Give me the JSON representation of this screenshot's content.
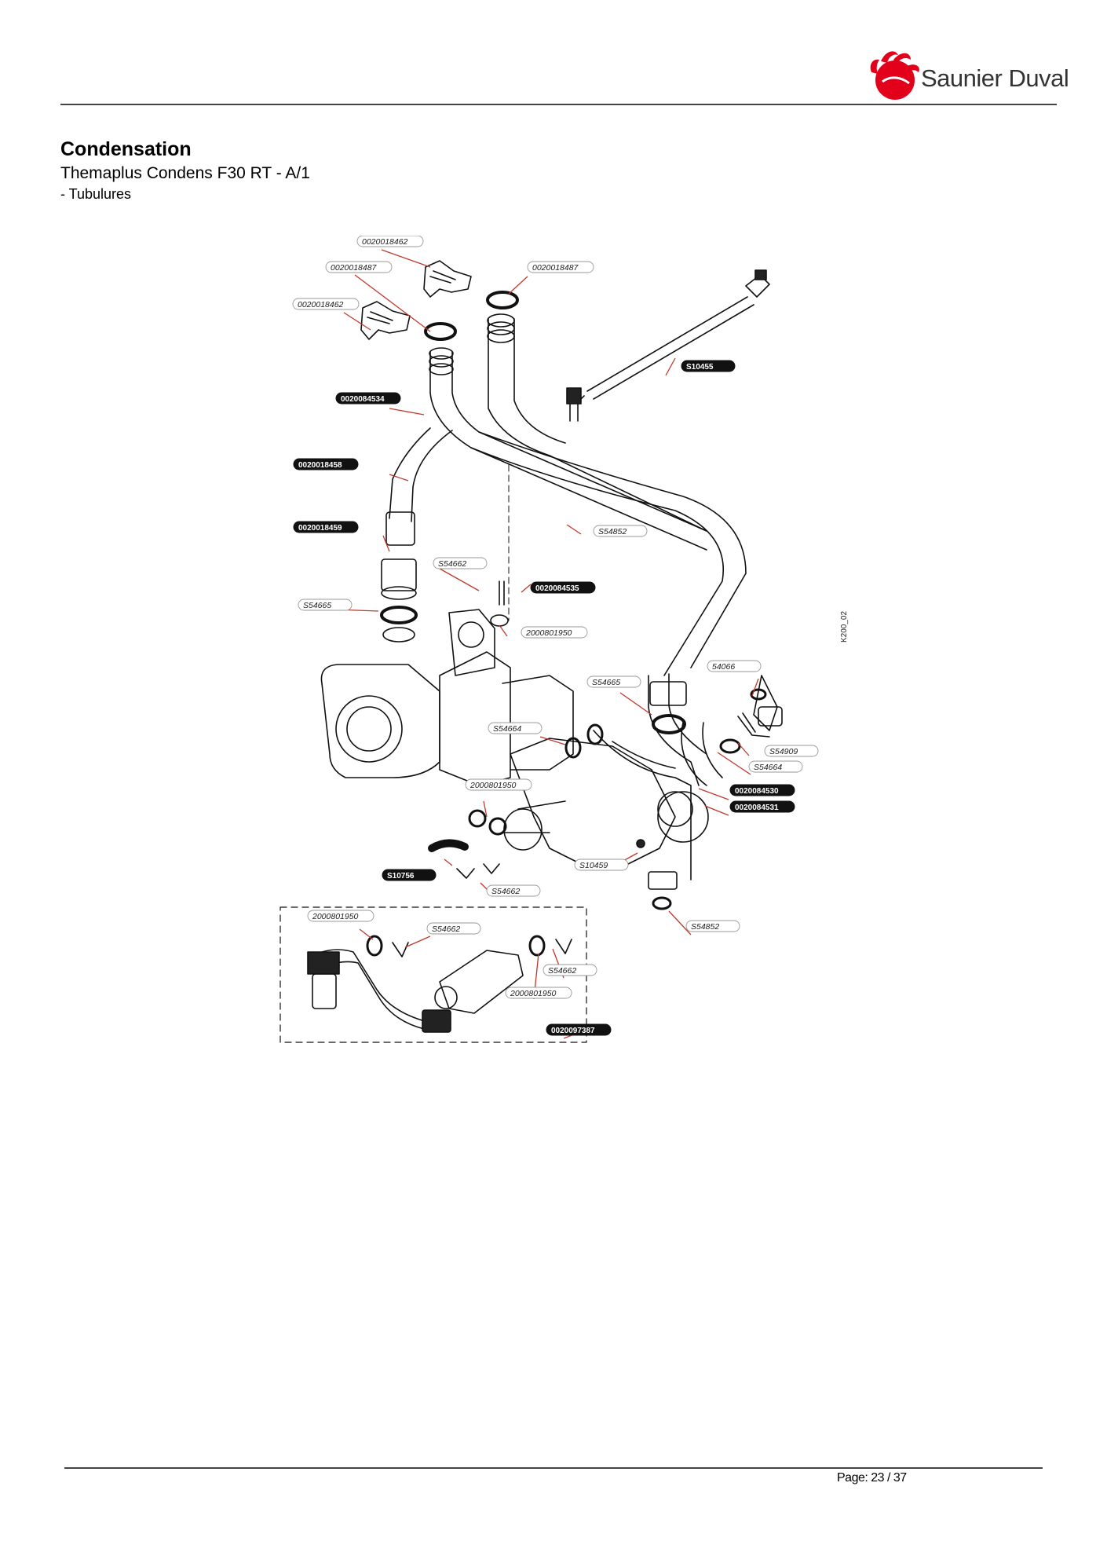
{
  "brand": {
    "name": "Saunier Duval",
    "brand_color": "#e2001a"
  },
  "header": {
    "title": "Condensation",
    "subtitle": "Themaplus Condens F30 RT - A/1",
    "section": "- Tubulures"
  },
  "diagram": {
    "ref_code": "K200_02",
    "callouts": [
      {
        "id": "c1",
        "label": "0020018462",
        "style": "outline"
      },
      {
        "id": "c2",
        "label": "0020018487",
        "style": "outline"
      },
      {
        "id": "c3",
        "label": "0020018487",
        "style": "outline"
      },
      {
        "id": "c4",
        "label": "0020018462",
        "style": "outline"
      },
      {
        "id": "c5",
        "label": "S10455",
        "style": "filled"
      },
      {
        "id": "c6",
        "label": "0020084534",
        "style": "filled"
      },
      {
        "id": "c7",
        "label": "0020018458",
        "style": "filled"
      },
      {
        "id": "c8",
        "label": "0020018459",
        "style": "filled"
      },
      {
        "id": "c9",
        "label": "S54852",
        "style": "outline"
      },
      {
        "id": "c10",
        "label": "S54662",
        "style": "outline"
      },
      {
        "id": "c11",
        "label": "0020084535",
        "style": "filled"
      },
      {
        "id": "c12",
        "label": "S54665",
        "style": "outline"
      },
      {
        "id": "c13",
        "label": "2000801950",
        "style": "outline"
      },
      {
        "id": "c14",
        "label": "54066",
        "style": "outline"
      },
      {
        "id": "c15",
        "label": "S54665",
        "style": "outline"
      },
      {
        "id": "c16",
        "label": "S54664",
        "style": "outline"
      },
      {
        "id": "c17",
        "label": "S54909",
        "style": "outline"
      },
      {
        "id": "c18",
        "label": "S54664",
        "style": "outline"
      },
      {
        "id": "c19",
        "label": "2000801950",
        "style": "outline"
      },
      {
        "id": "c20",
        "label": "0020084530",
        "style": "filled"
      },
      {
        "id": "c21",
        "label": "0020084531",
        "style": "filled"
      },
      {
        "id": "c22",
        "label": "S10459",
        "style": "outline"
      },
      {
        "id": "c23",
        "label": "S10756",
        "style": "filled"
      },
      {
        "id": "c24",
        "label": "S54662",
        "style": "outline"
      },
      {
        "id": "c25",
        "label": "S54852",
        "style": "outline"
      },
      {
        "id": "c26",
        "label": "2000801950",
        "style": "outline"
      },
      {
        "id": "c27",
        "label": "S54662",
        "style": "outline"
      },
      {
        "id": "c28",
        "label": "S54662",
        "style": "outline"
      },
      {
        "id": "c29",
        "label": "2000801950",
        "style": "outline"
      },
      {
        "id": "c30",
        "label": "0020097387",
        "style": "filled"
      }
    ]
  },
  "footer": {
    "page": "Page: 23 / 37"
  }
}
